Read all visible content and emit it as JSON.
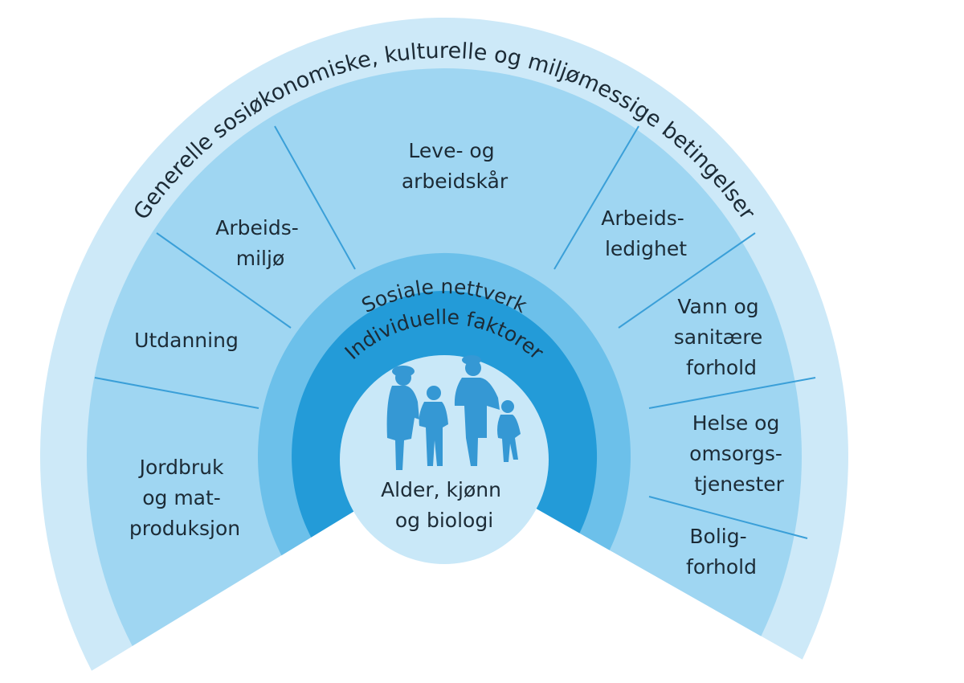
{
  "diagram": {
    "outer_ring_label": "Generelle sosiøkonomiske, kulturelle og miljømessige betingelser",
    "segments": [
      {
        "lines": [
          "Jordbruk",
          "og mat-",
          "produksjon"
        ]
      },
      {
        "lines": [
          "Utdanning"
        ]
      },
      {
        "lines": [
          "Arbeids-",
          "miljø"
        ]
      },
      {
        "lines": [
          "Leve- og",
          "arbeidskår"
        ]
      },
      {
        "lines": [
          "Arbeids-",
          "ledighet"
        ]
      },
      {
        "lines": [
          "Vann og",
          "sanitære",
          "forhold"
        ]
      },
      {
        "lines": [
          "Helse og",
          "omsorgs-",
          "tjenester"
        ]
      },
      {
        "lines": [
          "Bolig-",
          "forhold"
        ]
      }
    ],
    "social_ring_label": "Sosiale nettverk",
    "individual_ring_label": "Individuelle faktorer",
    "center_label": [
      "Alder, kjønn",
      "og biologi"
    ],
    "center_icon": "family-silhouette-icon",
    "colors": {
      "outer_ring": "#cde9f8",
      "segments_ring": "#9fd6f2",
      "social_ring": "#6cc0ea",
      "individual_ring": "#239bd8",
      "center": "#c9e8f8",
      "divider": "#3a9fd8",
      "silhouette": "#3598d4"
    }
  }
}
